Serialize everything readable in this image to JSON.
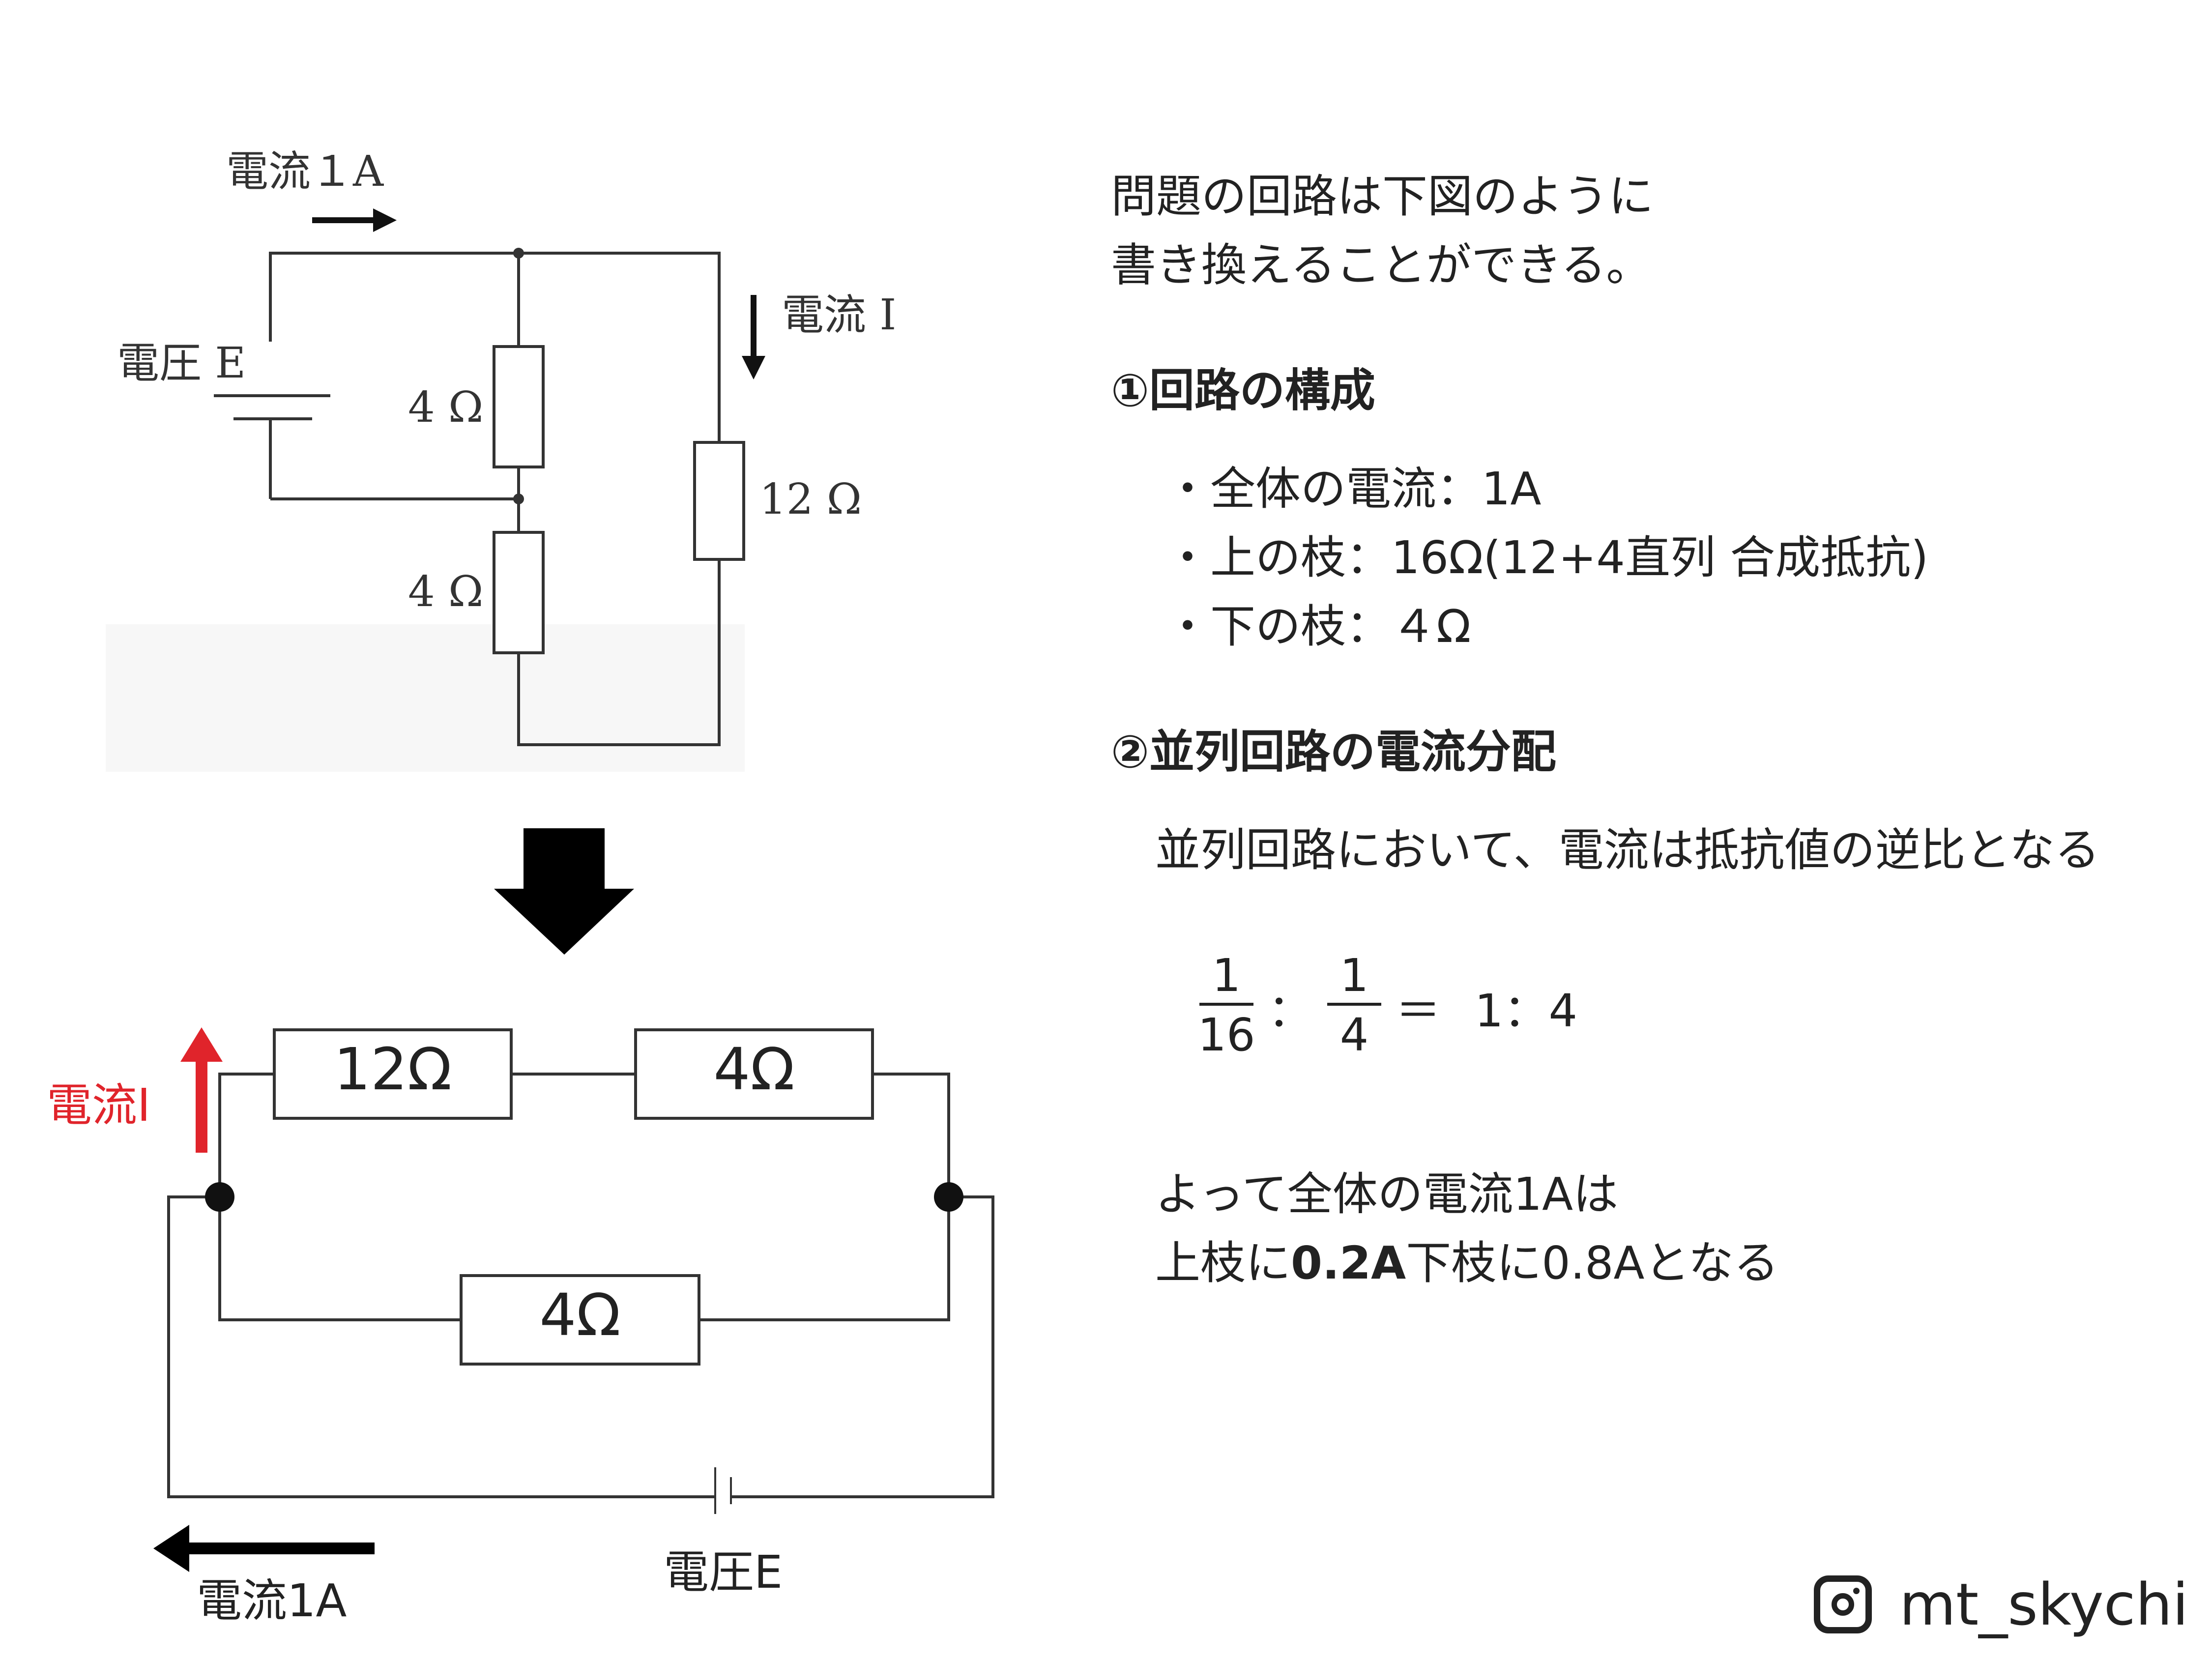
{
  "original_circuit": {
    "current_in_label": "電流１A",
    "voltage_label": "電圧 E",
    "current_i_label": "電流 I",
    "r_top": "4 Ω",
    "r_bottom": "4 Ω",
    "r_right": "12 Ω"
  },
  "redrawn_circuit": {
    "current_i_label": "電流I",
    "r_series_1": "12Ω",
    "r_series_2": "4Ω",
    "r_lower": "4Ω",
    "voltage_label": "電圧E",
    "current_out_label": "電流1A",
    "accent_color": "#e0242b"
  },
  "explanation": {
    "intro_line1": "問題の回路は下図のように",
    "intro_line2": "書き換えることができる。",
    "section1_title": "①回路の構成",
    "bullets": [
      "・全体の電流：1A",
      "・上の枝：16Ω(12+4直列 合成抵抗)",
      "・下の枝：４Ω"
    ],
    "section2_title": "②並列回路の電流分配",
    "rule": "並列回路において、電流は抵抗値の逆比となる",
    "ratio": {
      "frac1_num": "1",
      "frac1_den": "16",
      "colon": "：",
      "frac2_num": "1",
      "frac2_den": "4",
      "equals": "＝",
      "rhs": "1：4"
    },
    "conclusion_line1": "よって全体の電流1Aは",
    "conclusion_line2_a": "上枝に",
    "conclusion_line2_b": "0.2A",
    "conclusion_line2_c": "下枝に0.8Aとなる"
  },
  "footer": {
    "instagram_icon": "instagram-icon",
    "handle": "mt_skychi"
  }
}
